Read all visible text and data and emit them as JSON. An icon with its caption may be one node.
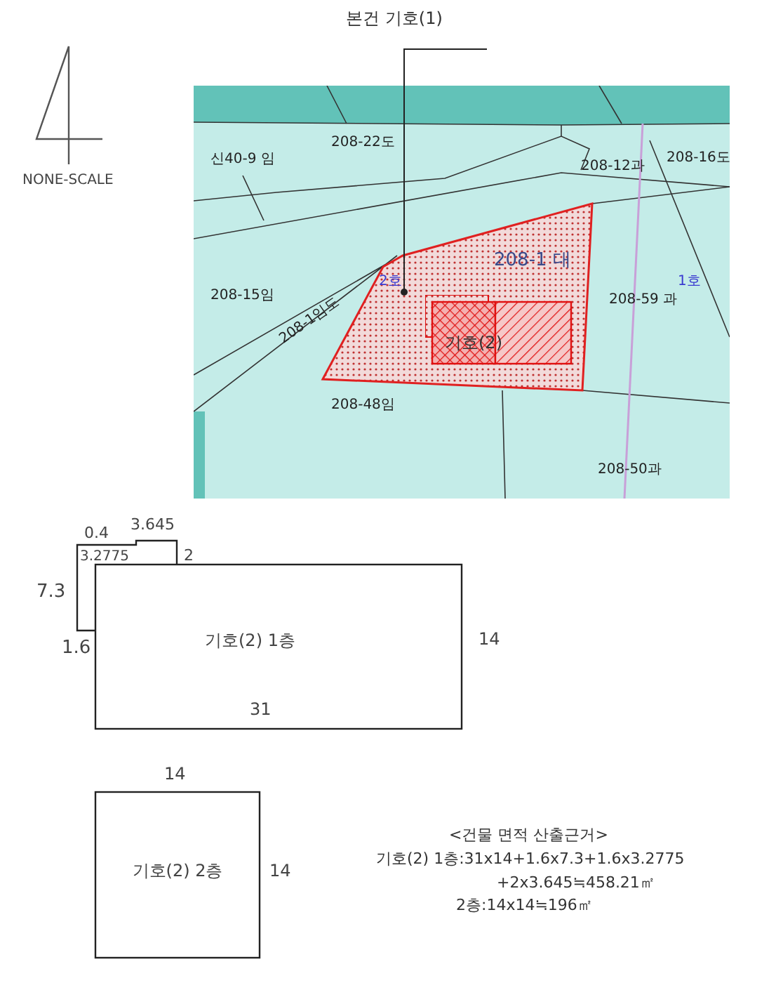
{
  "diagram": {
    "nodes": [
      {
        "text": [
          "본건 기호(1)"
        ]
      },
      {
        "text": [],
        "shape": "picture"
      },
      {
        "text": [
          "208-1 대"
        ],
        "in": 1
      },
      {
        "text": [
          "기호(2)"
        ],
        "in": 2
      },
      {
        "text": [
          "기호(2) 1층"
        ]
      },
      {
        "text": [
          "기호(2) 2층"
        ]
      }
    ],
    "edges": [
      {
        "from": 0,
        "to": 2,
        "arrow": "other"
      }
    ],
    "labels": [
      "NONE-SCALE",
      "신40-9 임",
      "208-22도",
      "208-12과",
      "208-16도",
      "208-15임",
      "208-1임도",
      "2호",
      "208-59 과",
      "1호",
      "208-48임",
      "208-50과",
      "0.4",
      "3.645",
      "3.2775",
      "2",
      "7.3",
      "1.6",
      "14",
      "31",
      "14",
      "14",
      "<건물 면적 산출근거>",
      "기호(2) 1층:31x14+1.6x7.3+1.6x3.2775 +2x3.645≒458.21㎡",
      "2층:14x14≒196㎡"
    ]
  }
}
